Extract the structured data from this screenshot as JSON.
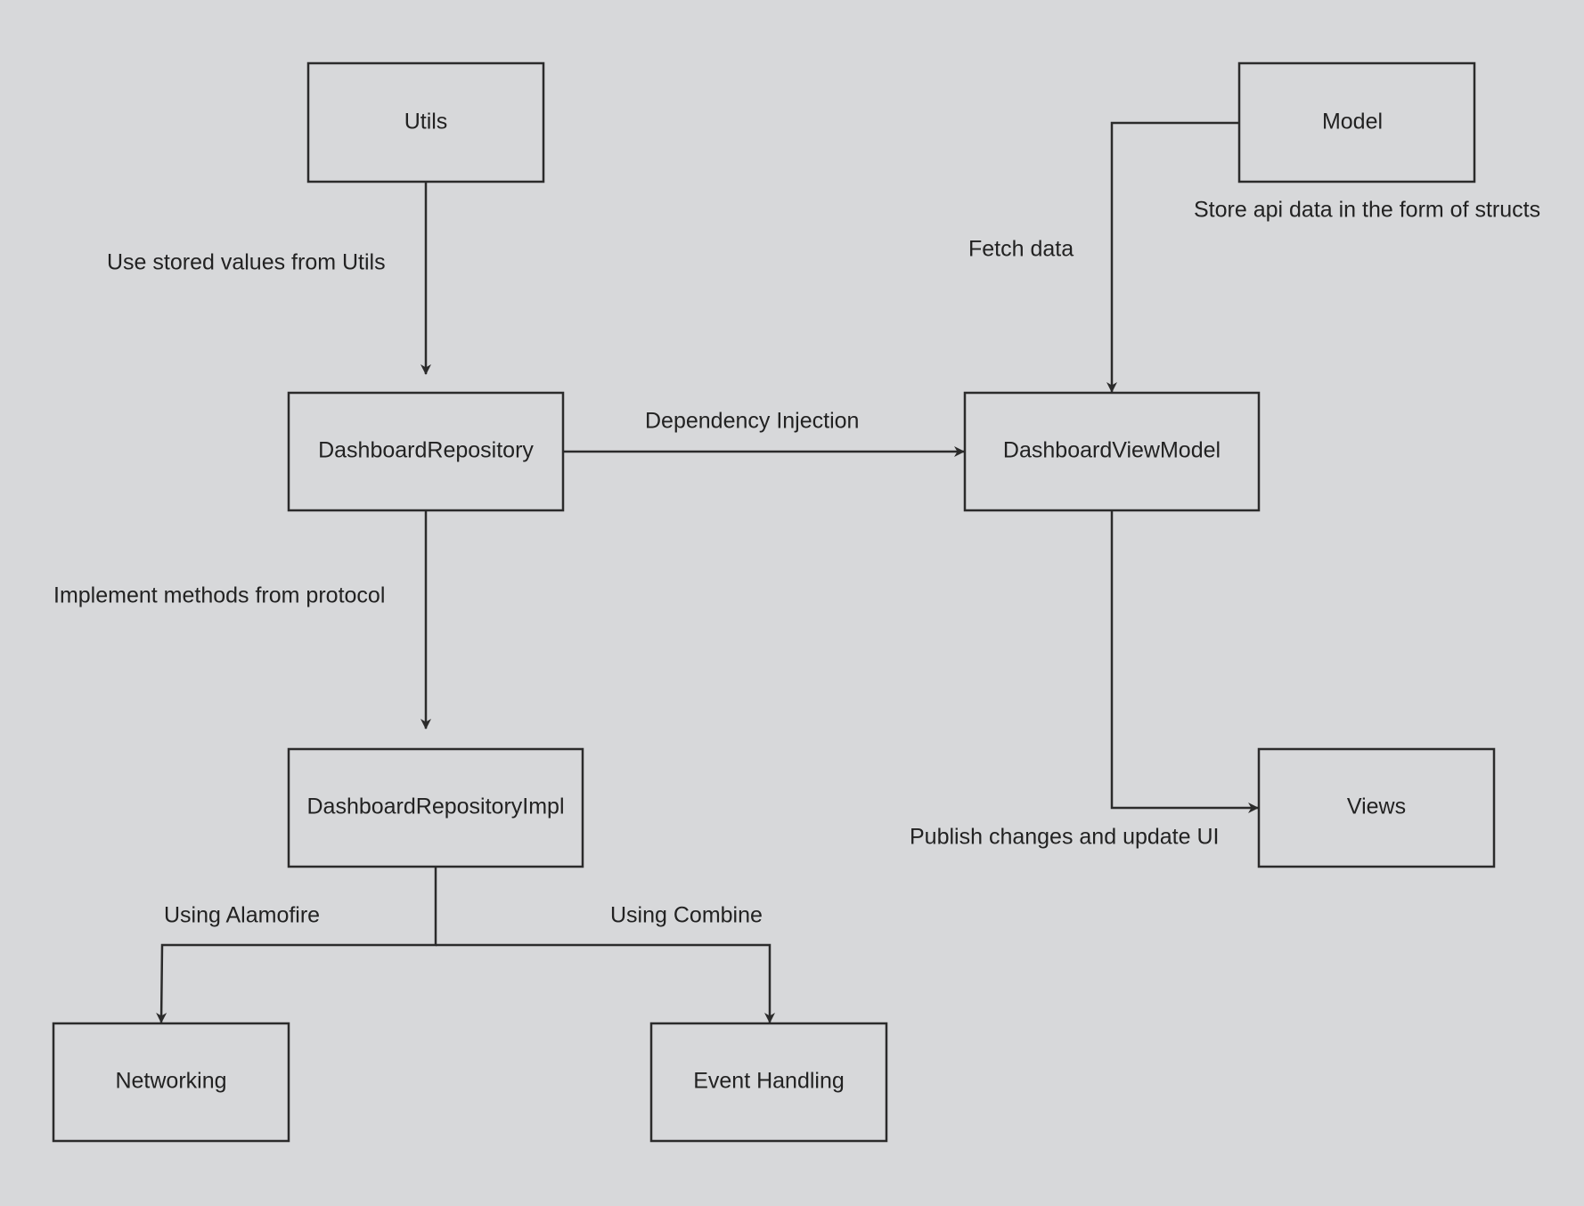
{
  "nodes": {
    "utils": "Utils",
    "model": "Model",
    "dashboard_repository": "DashboardRepository",
    "dashboard_view_model": "DashboardViewModel",
    "dashboard_repository_impl": "DashboardRepositoryImpl",
    "views": "Views",
    "networking": "Networking",
    "event_handling": "Event Handling"
  },
  "edges": {
    "utils_to_repository": "Use stored values from Utils",
    "model_to_viewmodel": "Fetch data",
    "model_note": "Store api data in the form of structs",
    "repository_to_viewmodel": "Dependency Injection",
    "repository_to_impl": "Implement methods from protocol",
    "viewmodel_to_views": "Publish changes and update UI",
    "impl_to_networking": "Using Alamofire",
    "impl_to_event_handling": "Using Combine"
  },
  "colors": {
    "background": "#d7d8da",
    "stroke": "#2b2b2b",
    "text": "#222222"
  }
}
